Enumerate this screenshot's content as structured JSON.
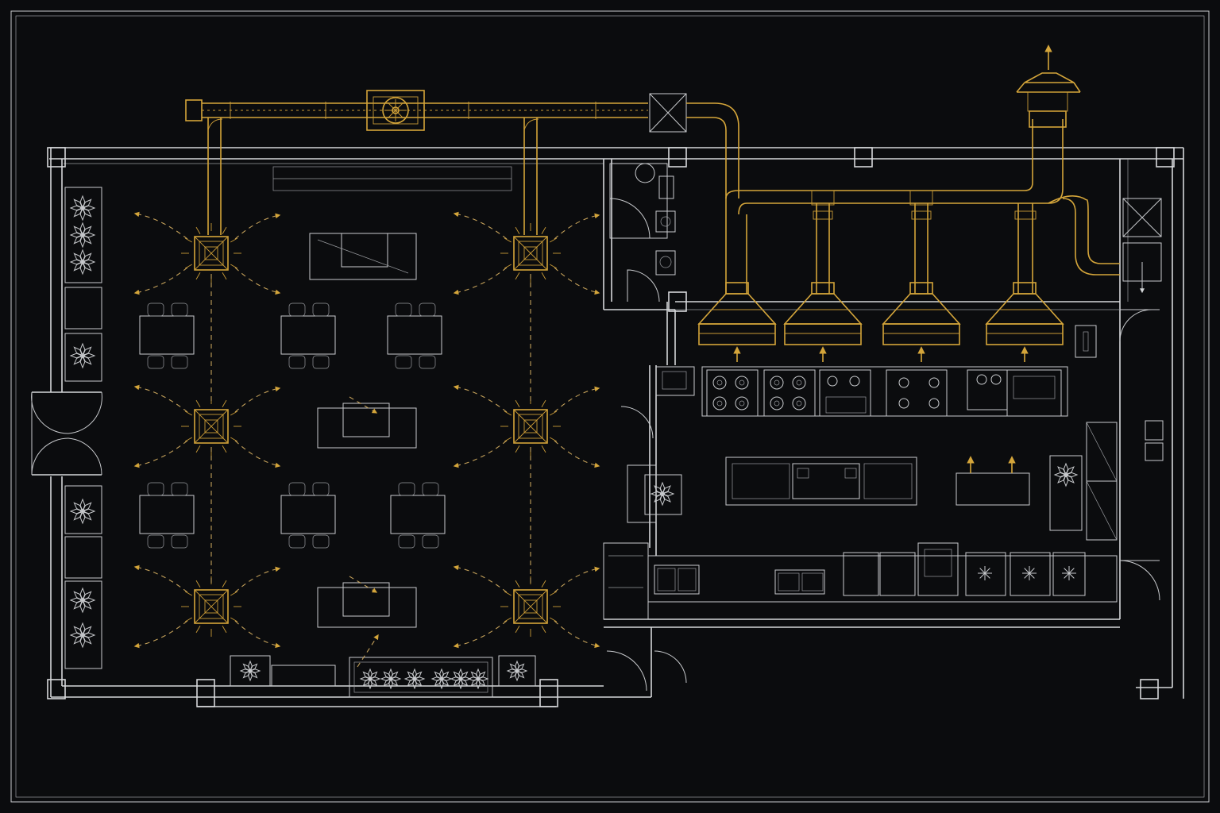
{
  "colors": {
    "background": "#0b0c0e",
    "line": "#d6d8da",
    "duct_accent": "#d4a53a"
  },
  "diagram": {
    "type": "architectural floor plan",
    "zones": [
      "dining-area",
      "restroom",
      "commercial-kitchen",
      "hvac-supply-ducting",
      "kitchen-exhaust-ducting"
    ]
  }
}
